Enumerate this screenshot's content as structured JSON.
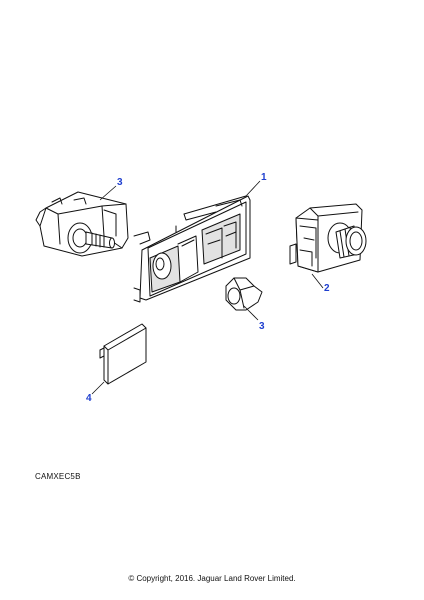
{
  "callouts": {
    "bracket": "1",
    "switch_right": "2",
    "switch_left": "3",
    "knob": "3",
    "blank_cover": "4"
  },
  "drawing_ref": "CAMXEC5B",
  "copyright": "© Copyright, 2016. Jaguar Land Rover Limited."
}
